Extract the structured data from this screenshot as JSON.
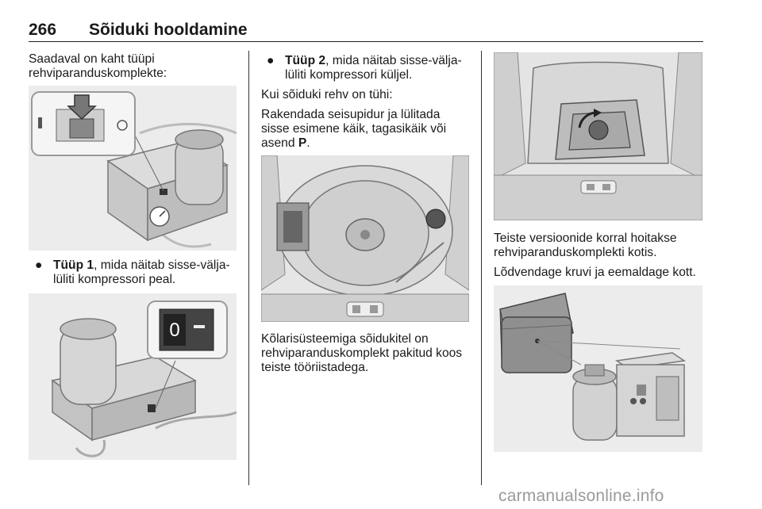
{
  "header": {
    "page_number": "266",
    "section_title": "Sõiduki hooldamine"
  },
  "col1": {
    "intro": [
      "Saadaval on kaht tüüpi",
      "rehviparanduskomplekte:"
    ],
    "bullet1": {
      "bold": "Tüüp 1",
      "rest": ", mida näitab sisse-välja-",
      "line2": "lüliti kompressori peal."
    }
  },
  "col2": {
    "bullet2": {
      "bold": "Tüüp 2",
      "rest": ", mida näitab sisse-välja-",
      "line2": "lüliti kompressori küljel."
    },
    "para1": "Kui sõiduki rehv on tühi:",
    "para2": {
      "line1": "Rakendada seisupidur ja lülitada",
      "line2": "sisse esimene käik, tagasikäik või",
      "line3_pre": "asend ",
      "line3_bold": "P",
      "line3_post": "."
    },
    "para3": [
      "Kõlarisüsteemiga sõidukitel on",
      "rehviparanduskomplekt pakitud koos",
      "teiste tööriistadega."
    ]
  },
  "col3": {
    "para1": [
      "Teiste versioonide korral hoitakse",
      "rehviparanduskomplekti kotis."
    ],
    "para2": "Lõdvendage kruvi ja eemaldage kott."
  },
  "figures": {
    "switch_symbol": "0"
  },
  "watermark": "carmanualsonline.info"
}
